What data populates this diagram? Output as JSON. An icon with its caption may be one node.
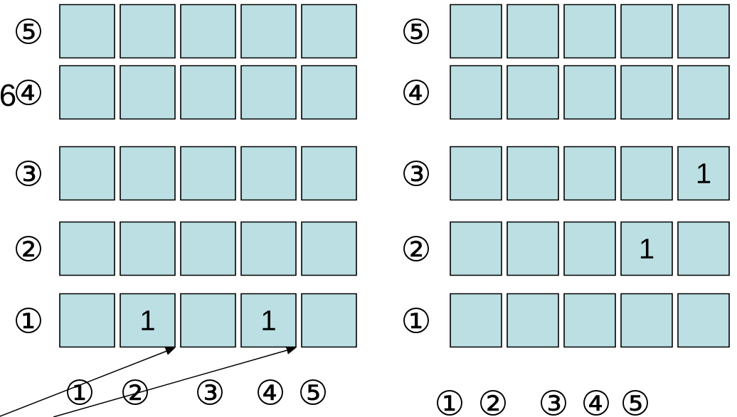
{
  "diagram": {
    "nodes": [
      {
        "text": [],
        "shape": "box"
      },
      {
        "text": [],
        "shape": "box"
      },
      {
        "text": [],
        "shape": "box"
      },
      {
        "text": [],
        "shape": "box"
      },
      {
        "text": [],
        "shape": "box"
      },
      {
        "text": [],
        "shape": "box"
      },
      {
        "text": [],
        "shape": "box"
      },
      {
        "text": [],
        "shape": "box"
      },
      {
        "text": [],
        "shape": "box"
      },
      {
        "text": [],
        "shape": "box"
      },
      {
        "text": [],
        "shape": "box"
      },
      {
        "text": [],
        "shape": "box"
      },
      {
        "text": [],
        "shape": "box"
      },
      {
        "text": [],
        "shape": "box"
      },
      {
        "text": [],
        "shape": "box"
      },
      {
        "text": [],
        "shape": "box"
      },
      {
        "text": [],
        "shape": "box"
      },
      {
        "text": [],
        "shape": "box"
      },
      {
        "text": [],
        "shape": "box"
      },
      {
        "text": [],
        "shape": "box"
      },
      {
        "text": [],
        "shape": "box"
      },
      {
        "text": [
          "1"
        ]
      },
      {
        "text": [],
        "shape": "box"
      },
      {
        "text": [
          "1"
        ]
      },
      {
        "text": [],
        "shape": "box"
      },
      {
        "text": [],
        "shape": "box"
      },
      {
        "text": [],
        "shape": "box"
      },
      {
        "text": [],
        "shape": "box"
      },
      {
        "text": [],
        "shape": "box"
      },
      {
        "text": [],
        "shape": "box"
      },
      {
        "text": [],
        "shape": "box"
      },
      {
        "text": [],
        "shape": "box"
      },
      {
        "text": [],
        "shape": "box"
      },
      {
        "text": [],
        "shape": "box"
      },
      {
        "text": [],
        "shape": "box"
      },
      {
        "text": [],
        "shape": "box"
      },
      {
        "text": [],
        "shape": "box"
      },
      {
        "text": [],
        "shape": "box"
      },
      {
        "text": [],
        "shape": "box"
      },
      {
        "text": [
          "1"
        ]
      },
      {
        "text": [],
        "shape": "box"
      },
      {
        "text": [],
        "shape": "box"
      },
      {
        "text": [],
        "shape": "box"
      },
      {
        "text": [
          "1"
        ]
      },
      {
        "text": [],
        "shape": "box"
      },
      {
        "text": [],
        "shape": "box"
      },
      {
        "text": [],
        "shape": "box"
      },
      {
        "text": [],
        "shape": "box"
      },
      {
        "text": [],
        "shape": "box"
      },
      {
        "text": [],
        "shape": "box"
      }
    ],
    "edges": [
      {
        "from": null,
        "to": 21,
        "arrow": "to"
      },
      {
        "from": null,
        "to": 23,
        "arrow": "to"
      }
    ],
    "labels": [
      "6",
      "⑤",
      "④",
      "③",
      "②",
      "①",
      "①",
      "②",
      "③",
      "④",
      "⑤",
      "⑤",
      "④",
      "③",
      "②",
      "①",
      "①",
      "②",
      "③",
      "④",
      "⑤"
    ]
  }
}
